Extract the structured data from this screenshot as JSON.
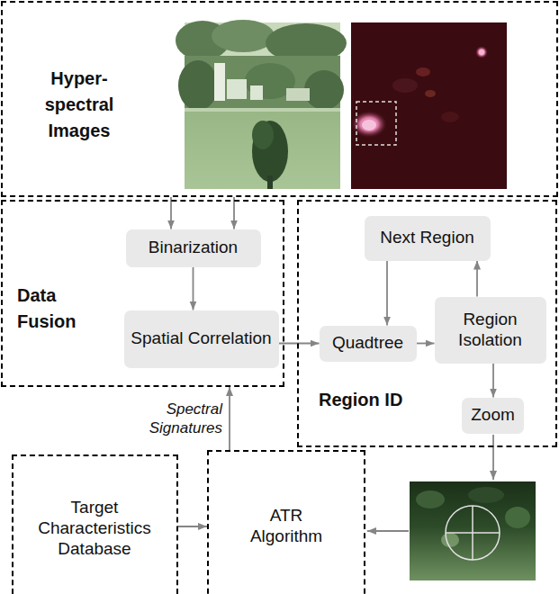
{
  "diagram": {
    "nodes": [
      {
        "text": [
          "Hyper- spectral Images"
        ]
      },
      {
        "text": [
          "Data Fusion"
        ]
      },
      {
        "text": [
          "Binarization"
        ],
        "in": 1
      },
      {
        "text": [
          "Spatial Correlation"
        ],
        "in": 1
      },
      {
        "text": [
          "Region ID"
        ]
      },
      {
        "text": [
          "Next Region"
        ],
        "in": 4
      },
      {
        "text": [
          "Quadtree"
        ],
        "in": 4
      },
      {
        "text": [
          "Region Isolation"
        ],
        "in": 4
      },
      {
        "text": [
          "Zoom"
        ],
        "in": 4
      },
      {
        "text": [
          "Target Characteristics Database"
        ]
      },
      {
        "text": [
          "ATR Algorithm"
        ]
      }
    ],
    "edges": [
      {
        "from": 0,
        "to": 2,
        "arrow": "to"
      },
      {
        "from": 0,
        "to": 2,
        "arrow": "to"
      },
      {
        "from": 2,
        "to": 3,
        "arrow": "to"
      },
      {
        "from": 3,
        "to": 6,
        "arrow": "to"
      },
      {
        "from": 6,
        "to": 7,
        "arrow": "to"
      },
      {
        "from": 7,
        "to": 5,
        "arrow": "to"
      },
      {
        "from": 5,
        "to": 6,
        "arrow": "to"
      },
      {
        "from": 7,
        "to": 8,
        "arrow": "to"
      },
      {
        "from": 9,
        "to": 10,
        "arrow": "to"
      },
      {
        "from": 10,
        "to": 1,
        "arrow": "to",
        "label": "Spectral Signatures"
      }
    ]
  }
}
